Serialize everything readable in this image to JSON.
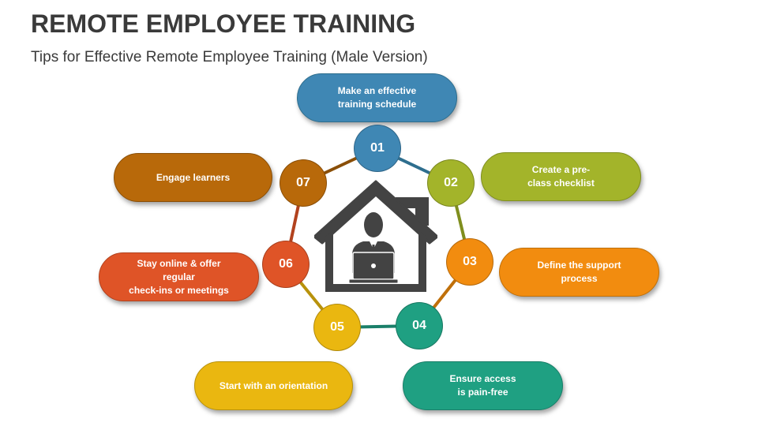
{
  "header": {
    "title": "REMOTE EMPLOYEE TRAINING",
    "subtitle": "Tips for Effective Remote Employee Training (Male Version)"
  },
  "center_icon": "house-with-man-at-laptop-icon",
  "steps": [
    {
      "number": "01",
      "label_line1": "Make an effective",
      "label_line2": "training schedule",
      "color": "#3F87B4"
    },
    {
      "number": "02",
      "label_line1": "Create a pre-",
      "label_line2": "class checklist",
      "color": "#A3B42A"
    },
    {
      "number": "03",
      "label_line1": "Define the support",
      "label_line2": "process",
      "color": "#F28C0F"
    },
    {
      "number": "04",
      "label_line1": "Ensure access",
      "label_line2": "is pain-free",
      "color": "#1FA082"
    },
    {
      "number": "05",
      "label_line1": "Start with an orientation",
      "label_line2": "",
      "color": "#EAB710"
    },
    {
      "number": "06",
      "label_line1": "Stay online & offer regular",
      "label_line2": "check-ins or meetings",
      "color": "#DF5427"
    },
    {
      "number": "07",
      "label_line1": "Engage learners",
      "label_line2": "",
      "color": "#B8690A"
    }
  ]
}
